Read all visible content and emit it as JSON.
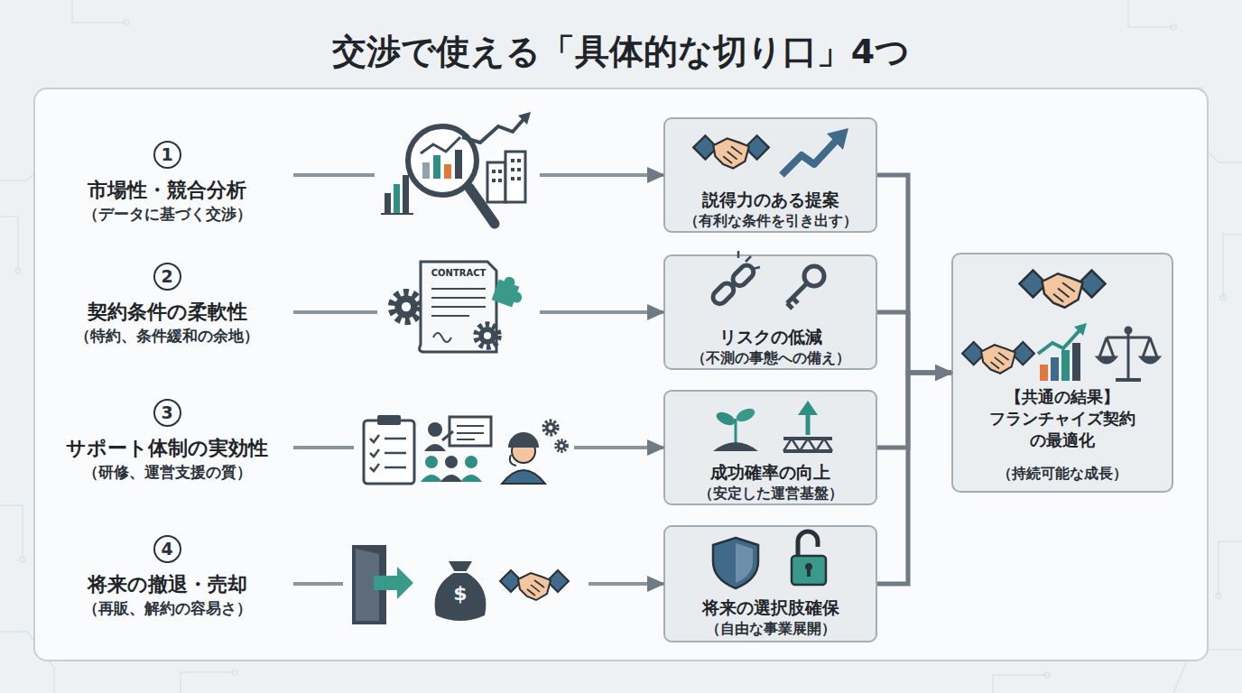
{
  "diagram": {
    "title": "交渉で使える「具体的な切り口」4つ",
    "nodes": [
      {
        "text": [
          "1",
          "市場性・競合分析",
          "（データに基づく交渉）"
        ]
      },
      {
        "text": [
          "2",
          "契約条件の柔軟性",
          "（特約、条件緩和の余地）"
        ]
      },
      {
        "text": [
          "3",
          "サポート体制の実効性",
          "（研修、運営支援の質）"
        ]
      },
      {
        "text": [
          "4",
          "将来の撤退・売却",
          "（再販、解約の容易さ）"
        ]
      },
      {
        "text": [
          "説得力のある提案",
          "（有利な条件を引き出す）"
        ]
      },
      {
        "text": [
          "リスクの低減",
          "（不測の事態への備え）"
        ]
      },
      {
        "text": [
          "成功確率の向上",
          "（安定した運営基盤）"
        ]
      },
      {
        "text": [
          "将来の選択肢確保",
          "（自由な事業展開）"
        ]
      },
      {
        "text": [
          "【共通の結果】",
          "フランチャイズ契約 の最適化",
          "（持続可能な成長）"
        ]
      }
    ],
    "edges": [
      {
        "from": 0,
        "to": 4,
        "arrow": "to"
      },
      {
        "from": 1,
        "to": 5,
        "arrow": "to"
      },
      {
        "from": 2,
        "to": 6,
        "arrow": "to"
      },
      {
        "from": 3,
        "to": 7,
        "arrow": "to"
      },
      {
        "from": 4,
        "to": 8,
        "arrow": "to"
      },
      {
        "from": 5,
        "to": 8,
        "arrow": "to"
      },
      {
        "from": 6,
        "to": 8,
        "arrow": "to"
      },
      {
        "from": 7,
        "to": 8,
        "arrow": "to"
      }
    ],
    "labels": [
      "CONTRACT",
      "$"
    ]
  }
}
